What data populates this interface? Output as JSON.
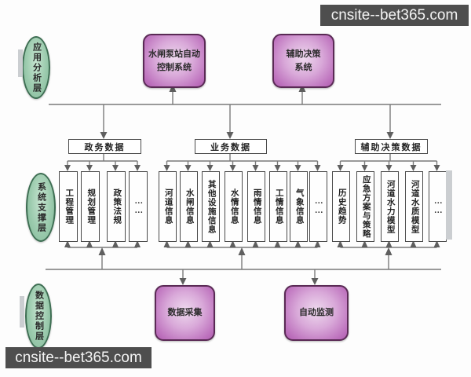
{
  "watermark": {
    "top_right": "cnsite--bet365.com",
    "bottom_left": "cnsite--bet365.com"
  },
  "layers": [
    {
      "label": "应用分析层"
    },
    {
      "label": "系统支撑层"
    },
    {
      "label": "数据控制层"
    }
  ],
  "application_systems": [
    {
      "line1": "水闸泵站自动",
      "line2": "控制系统"
    },
    {
      "line1": "辅助决策",
      "line2": "系统"
    }
  ],
  "data_groups": [
    {
      "header": "政务数据",
      "columns": [
        "工程管理",
        "规划管理",
        "政策法规",
        "……"
      ]
    },
    {
      "header": "业务数据",
      "columns": [
        "河道信息",
        "水闸信息",
        "其他设施信息",
        "水情信息",
        "雨情信息",
        "工情信息",
        "气象信息",
        "……"
      ]
    },
    {
      "header": "辅助决策数据",
      "columns": [
        "历史趋势",
        "应急方案与策略",
        "河道水力模型",
        "河道水质模型",
        "……"
      ]
    }
  ],
  "control_systems": [
    {
      "label": "数据采集"
    },
    {
      "label": "自动监测"
    }
  ],
  "colors": {
    "layer_fill": "#9ccbae",
    "layer_border": "#3e6e53",
    "system_fill": "#c47ec4",
    "system_border": "#5a2a55",
    "box_border": "#4a4a4a",
    "connector": "#7a7a7a",
    "watermark_bg": "#4e4e4e"
  }
}
